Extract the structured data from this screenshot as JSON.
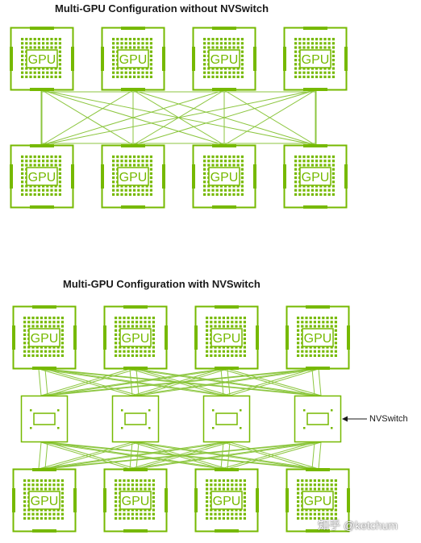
{
  "diagram": {
    "title_without": "Multi-GPU Configuration without NVSwitch",
    "title_with": "Multi-GPU Configuration with NVSwitch",
    "gpu_label": "GPU",
    "nvswitch_label": "NVSwitch",
    "gpus_per_row": 4,
    "nvswitches": 4
  },
  "watermark": {
    "text": "知乎 @ketchum"
  },
  "colors": {
    "accent": "#76b900",
    "accent_light": "#a4d65e",
    "link": "#8cc63f",
    "text": "#1a1a1a",
    "background": "#ffffff"
  }
}
